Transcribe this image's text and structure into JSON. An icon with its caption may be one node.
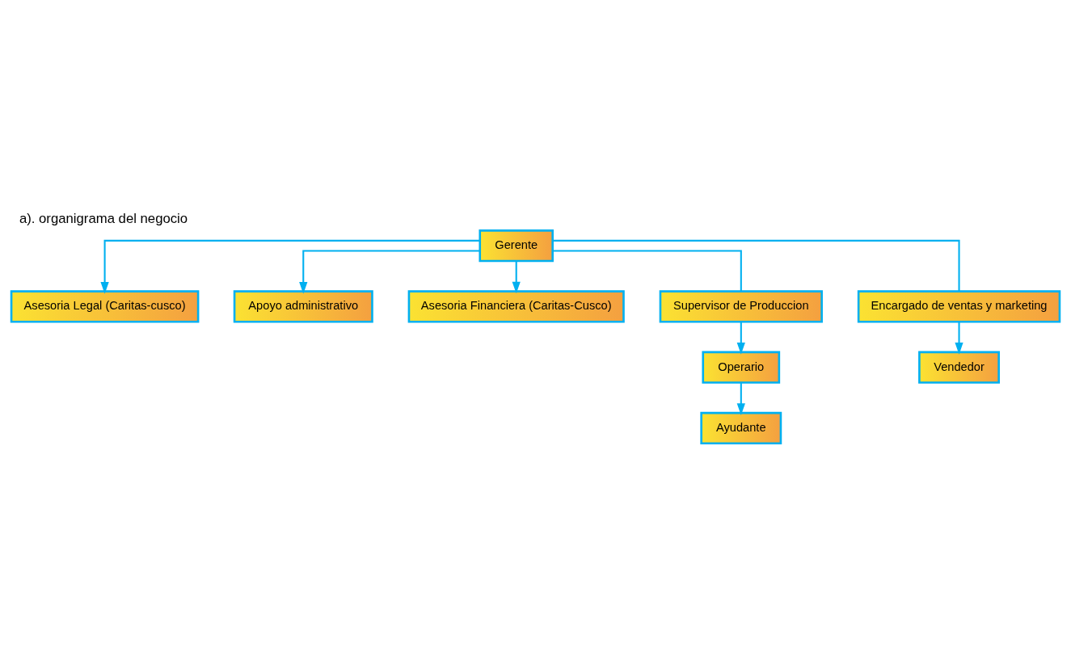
{
  "diagram": {
    "title": "a). organigrama del negocio",
    "nodes": [
      {
        "text": [
          "Gerente"
        ]
      },
      {
        "text": [
          "Asesoria Legal (Caritas-cusco)"
        ]
      },
      {
        "text": [
          "Apoyo administrativo"
        ]
      },
      {
        "text": [
          "Asesoria Financiera (Caritas-Cusco)"
        ]
      },
      {
        "text": [
          "Supervisor de Produccion"
        ]
      },
      {
        "text": [
          "Encargado de ventas y marketing"
        ]
      },
      {
        "text": [
          "Operario"
        ]
      },
      {
        "text": [
          "Vendedor"
        ]
      },
      {
        "text": [
          "Ayudante"
        ]
      }
    ],
    "edges": [
      {
        "from": 0,
        "to": 1,
        "arrow": "to"
      },
      {
        "from": 0,
        "to": 2,
        "arrow": "to"
      },
      {
        "from": 0,
        "to": 3,
        "arrow": "to"
      },
      {
        "from": 0,
        "to": 4,
        "arrow": "none"
      },
      {
        "from": 0,
        "to": 5,
        "arrow": "none"
      },
      {
        "from": 4,
        "to": 6,
        "arrow": "to"
      },
      {
        "from": 6,
        "to": 8,
        "arrow": "to"
      },
      {
        "from": 5,
        "to": 7,
        "arrow": "to"
      }
    ]
  }
}
